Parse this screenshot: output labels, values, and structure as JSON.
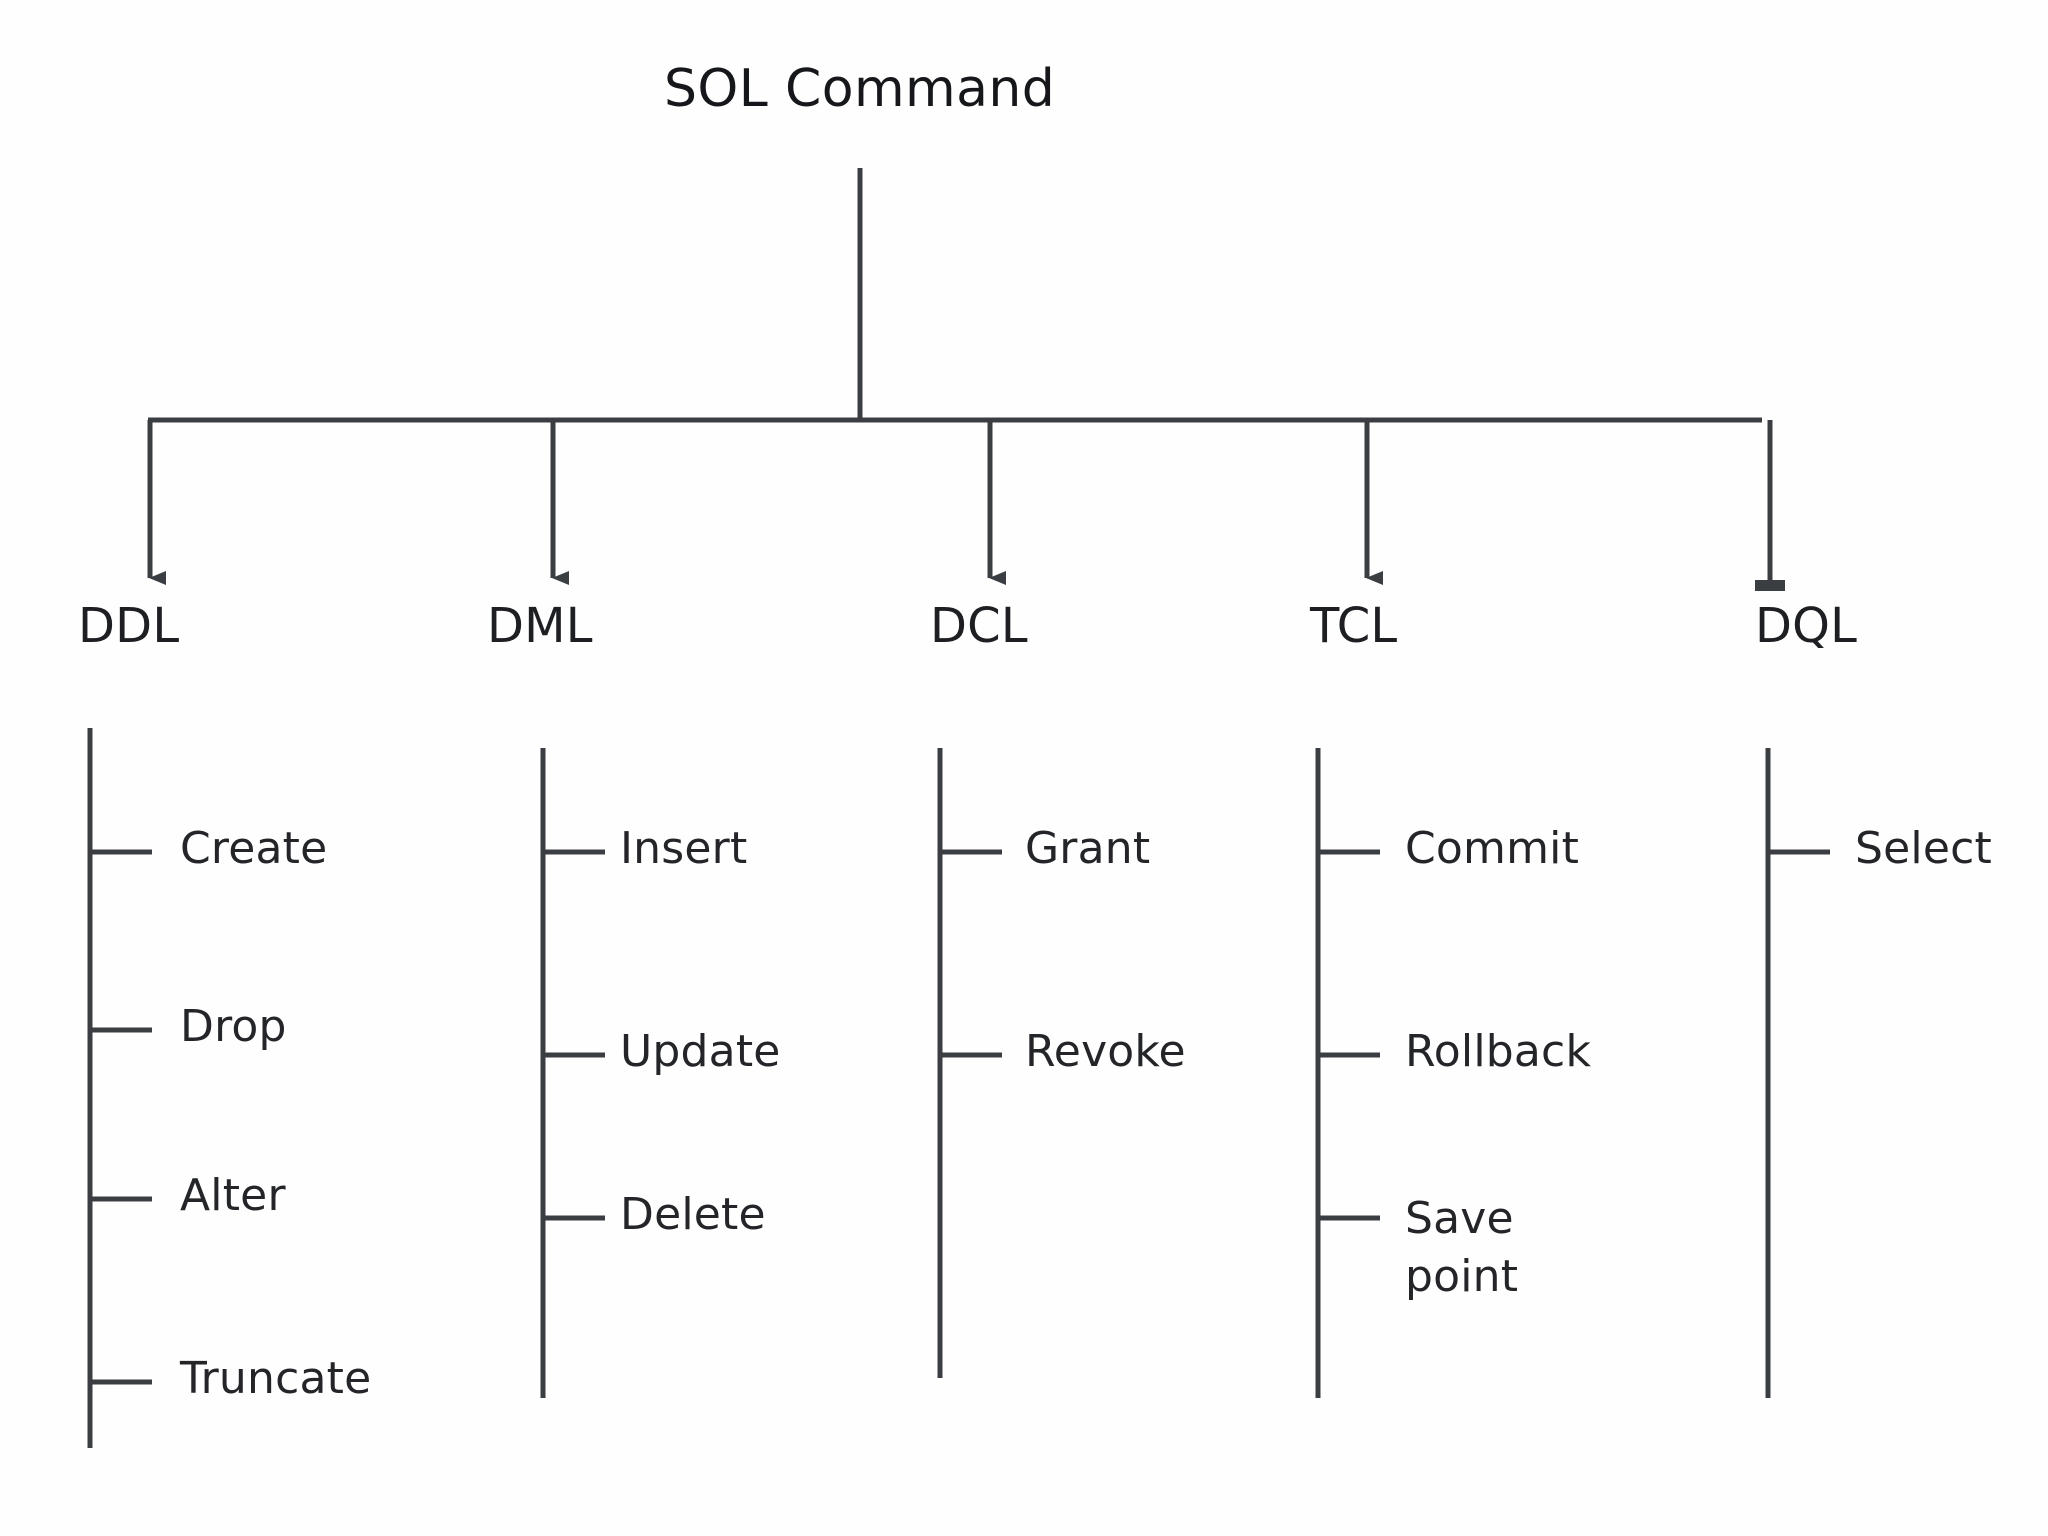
{
  "diagram": {
    "type": "tree-hierarchy",
    "title": "SOL Command",
    "orientation": "top-down",
    "colors": {
      "background": "#fefefe",
      "line": "#3a3d42",
      "text": "#1d1f22"
    },
    "root": {
      "label": "SOL Command"
    },
    "categories": [
      {
        "label": "DDL",
        "connector": "arrow",
        "children": [
          {
            "label": "Create"
          },
          {
            "label": "Drop"
          },
          {
            "label": "Alter"
          },
          {
            "label": "Truncate"
          }
        ]
      },
      {
        "label": "DML",
        "connector": "arrow",
        "children": [
          {
            "label": "Insert"
          },
          {
            "label": "Update"
          },
          {
            "label": "Delete"
          }
        ]
      },
      {
        "label": "DCL",
        "connector": "arrow",
        "children": [
          {
            "label": "Grant"
          },
          {
            "label": "Revoke"
          }
        ]
      },
      {
        "label": "TCL",
        "connector": "arrow",
        "children": [
          {
            "label": "Commit"
          },
          {
            "label": "Rollback"
          },
          {
            "label": "Save\npoint"
          }
        ]
      },
      {
        "label": "DQL",
        "connector": "blunt-cap",
        "children": [
          {
            "label": "Select"
          }
        ]
      }
    ]
  }
}
